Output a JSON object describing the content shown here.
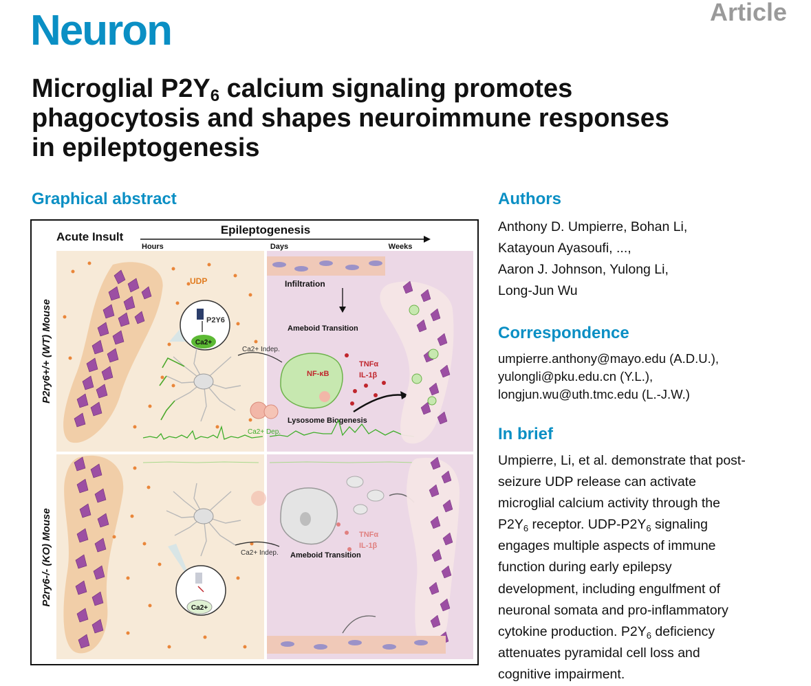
{
  "journal": "Neuron",
  "article_type": "Article",
  "title": {
    "line1_pre": "Microglial P2Y",
    "line1_sub": "6",
    "line1_post": " calcium signaling promotes",
    "line2": "phagocytosis and shapes neuroimmune responses",
    "line3": "in epileptogenesis"
  },
  "graphical_abstract": {
    "heading": "Graphical abstract",
    "acute_insult": "Acute Insult",
    "epileptogenesis": "Epileptogenesis",
    "hours": "Hours",
    "days": "Days",
    "weeks": "Weeks",
    "wt_row_label": "P2ry6+/+ (WT) Mouse",
    "ko_row_label": "P2ry6-/- (KO) Mouse",
    "udp": "UDP",
    "p2y6": "P2Y6",
    "ca": "Ca2+",
    "infiltration": "Infiltration",
    "ameboid_transition": "Ameboid Transition",
    "ca_indep": "Ca2+ Indep.",
    "ca_dep": "Ca2+ Dep.",
    "nfkb": "NF-κB",
    "tnfa": "TNFα",
    "il1b": "IL-1β",
    "lysosome_biogenesis": "Lysosome Biogenesis"
  },
  "authors": {
    "heading": "Authors",
    "lines": [
      "Anthony D. Umpierre, Bohan Li,",
      "Katayoun Ayasoufi, ...,",
      "Aaron J. Johnson, Yulong Li,",
      "Long-Jun Wu"
    ]
  },
  "correspondence": {
    "heading": "Correspondence",
    "lines": [
      "umpierre.anthony@mayo.edu (A.D.U.),",
      "yulongli@pku.edu.cn (Y.L.),",
      "longjun.wu@uth.tmc.edu (L.-J.W.)"
    ]
  },
  "in_brief": {
    "heading": "In brief",
    "line1": "Umpierre, Li, et al. demonstrate that post-",
    "line2": "seizure UDP release can activate",
    "line3": "microglial calcium activity through the",
    "line4_pre": "P2Y",
    "line4_sub1": "6",
    "line4_mid": " receptor. UDP-P2Y",
    "line4_sub2": "6",
    "line4_post": " signaling",
    "line5": "engages multiple aspects of immune",
    "line6": "function during early epilepsy",
    "line7": "development, including engulfment of",
    "line8": "neuronal somata and pro-inflammatory",
    "line9_pre": "cytokine production. P2Y",
    "line9_sub": "6",
    "line9_post": " deficiency",
    "line10": "attenuates pyramidal cell loss and",
    "line11": "cognitive impairment."
  },
  "colors": {
    "accent": "#0a8fc4",
    "article_gray": "#9a9a9a",
    "acute_bg": "#f7ead8",
    "epilepto_bg": "#ecd8e6",
    "neuron_purple": "#9c4fa3",
    "calcium_green": "#3fae2a",
    "inflammation_red": "#c0262d",
    "udp_orange": "#e9863a"
  }
}
